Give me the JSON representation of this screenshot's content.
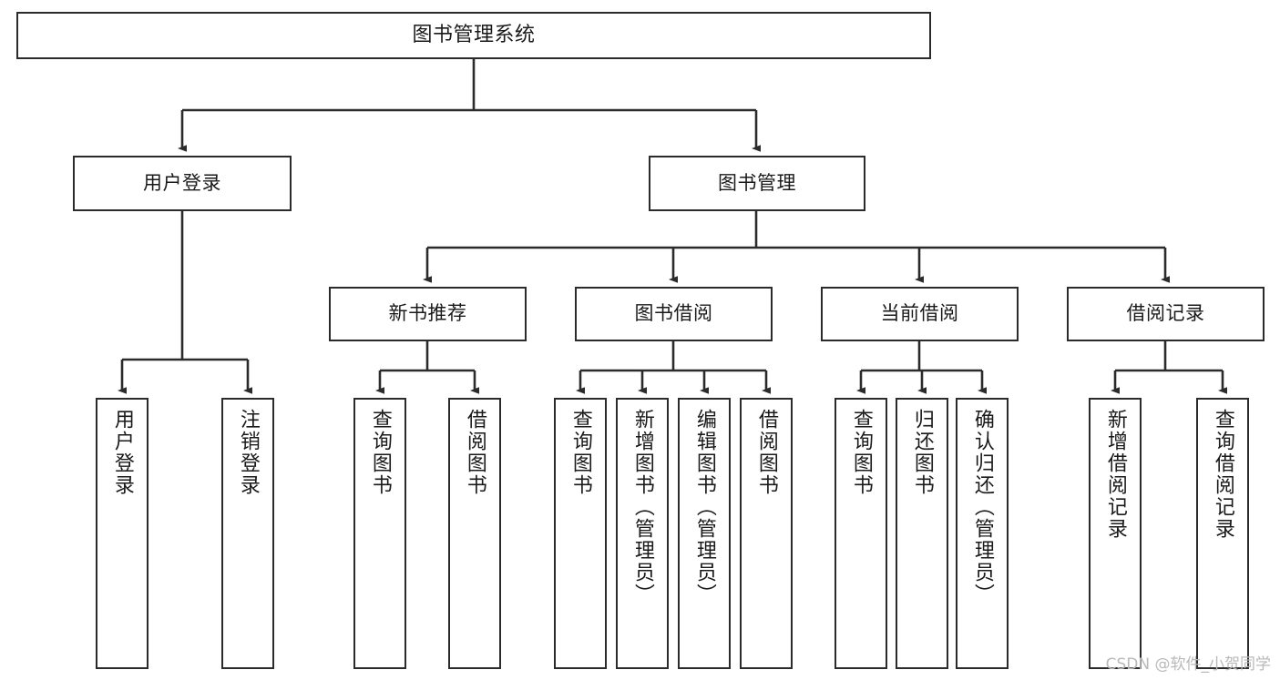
{
  "diagram": {
    "title": "图书管理系统",
    "type": "tree",
    "colors": {
      "box_border": "#2b2b2b",
      "box_fill": "#ffffff",
      "connector": "#2b2b2b",
      "text": "#1a1a1a",
      "watermark": "#b9b9b9",
      "background": "#ffffff"
    },
    "root": {
      "id": "root",
      "label": "图书管理系统",
      "orientation": "horizontal"
    },
    "level2": [
      {
        "id": "user-login",
        "label": "用户登录",
        "orientation": "horizontal"
      },
      {
        "id": "book-management",
        "label": "图书管理",
        "orientation": "horizontal"
      }
    ],
    "level3": [
      {
        "id": "new-book-recommend",
        "label": "新书推荐",
        "orientation": "horizontal",
        "parent": "book-management"
      },
      {
        "id": "book-borrow",
        "label": "图书借阅",
        "orientation": "horizontal",
        "parent": "book-management"
      },
      {
        "id": "current-borrow",
        "label": "当前借阅",
        "orientation": "horizontal",
        "parent": "book-management"
      },
      {
        "id": "borrow-record",
        "label": "借阅记录",
        "orientation": "horizontal",
        "parent": "book-management"
      }
    ],
    "leaves": [
      {
        "id": "leaf-user-login",
        "label": "用户登录",
        "orientation": "vertical",
        "parent": "user-login"
      },
      {
        "id": "leaf-logout",
        "label": "注销登录",
        "orientation": "vertical",
        "parent": "user-login"
      },
      {
        "id": "leaf-query-book-1",
        "label": "查询图书",
        "orientation": "vertical",
        "parent": "new-book-recommend"
      },
      {
        "id": "leaf-borrow-book-1",
        "label": "借阅图书",
        "orientation": "vertical",
        "parent": "new-book-recommend"
      },
      {
        "id": "leaf-query-book-2",
        "label": "查询图书",
        "orientation": "vertical",
        "parent": "book-borrow"
      },
      {
        "id": "leaf-add-book",
        "label": "新增图书（管理员）",
        "orientation": "vertical",
        "parent": "book-borrow"
      },
      {
        "id": "leaf-edit-book",
        "label": "编辑图书（管理员）",
        "orientation": "vertical",
        "parent": "book-borrow"
      },
      {
        "id": "leaf-borrow-book-2",
        "label": "借阅图书",
        "orientation": "vertical",
        "parent": "book-borrow"
      },
      {
        "id": "leaf-query-book-3",
        "label": "查询图书",
        "orientation": "vertical",
        "parent": "current-borrow"
      },
      {
        "id": "leaf-return-book",
        "label": "归还图书",
        "orientation": "vertical",
        "parent": "current-borrow"
      },
      {
        "id": "leaf-confirm-return",
        "label": "确认归还（管理员）",
        "orientation": "vertical",
        "parent": "current-borrow"
      },
      {
        "id": "leaf-add-record",
        "label": "新增借阅记录",
        "orientation": "vertical",
        "parent": "borrow-record"
      },
      {
        "id": "leaf-query-record",
        "label": "查询借阅记录",
        "orientation": "vertical",
        "parent": "borrow-record"
      }
    ],
    "watermark": "CSDN @软件_小贺同学"
  }
}
